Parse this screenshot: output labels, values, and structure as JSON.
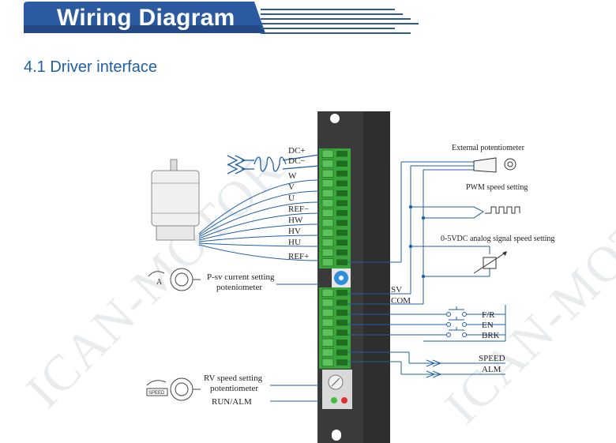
{
  "header": {
    "title": "Wiring Diagram"
  },
  "section": {
    "title": "4.1  Driver interface"
  },
  "watermark": {
    "text": "ICAN-MOTOR"
  },
  "terminals_left": [
    "DC+",
    "DC−",
    "W",
    "V",
    "U",
    "REF−",
    "HW",
    "HV",
    "HU",
    "REF+"
  ],
  "left_labels": {
    "psv": [
      "P-sv current setting",
      "poteniometer"
    ],
    "rv": [
      "RV speed setting",
      "potentiometer"
    ],
    "run_alm": "RUN/ALM",
    "knob1_letter": "A",
    "knob2_badge": "SPEED"
  },
  "right_labels": {
    "sv": "SV",
    "com": "COM",
    "ext_pot": "External potentiometer",
    "pwm": "PWM speed setting",
    "analog": "0-5VDC analog signal speed setting",
    "fr": "F/R",
    "en": "EN",
    "brk": "BRK",
    "speed": "SPEED",
    "alm": "ALM"
  },
  "colors": {
    "wire": "#1f5fa8",
    "banner": "#2c5aa0",
    "terminal": "#3aa53a",
    "driver": "#3a3a3a"
  }
}
